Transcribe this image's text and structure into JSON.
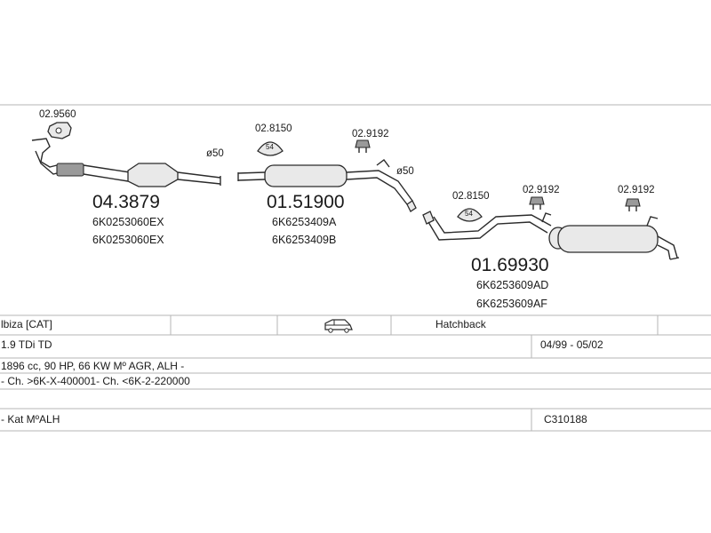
{
  "diagram": {
    "parts": [
      {
        "number": "04.3879",
        "codes": [
          "6K0253060EX",
          "6K0253060EX"
        ]
      },
      {
        "number": "01.51900",
        "codes": [
          "6K6253409A",
          "6K6253409B"
        ]
      },
      {
        "number": "01.69930",
        "codes": [
          "6K6253609AD",
          "6K6253609AF"
        ]
      }
    ],
    "refs": {
      "front_gasket": "02.9560",
      "clamp_1": "02.8150",
      "hanger_1": "02.9192",
      "clamp_2": "02.8150",
      "hanger_2": "02.9192",
      "hanger_3": "02.9192"
    },
    "diameters": {
      "d1": "ø50",
      "d2": "ø50"
    },
    "clamp_size": "54"
  },
  "table": {
    "model": "lbiza  [CAT]",
    "body": "Hatchback",
    "engine": "1.9 TDi TD",
    "years": "04/99 - 05/02",
    "spec": "1896 cc, 90 HP, 66 KW Mº AGR, ALH -",
    "chassis": "- Ch. >6K-X-400001- Ch. <6K-2-220000",
    "kat": "- Kat MºALH",
    "code": "C310188"
  },
  "icons": {
    "vehicle": "car-icon"
  }
}
